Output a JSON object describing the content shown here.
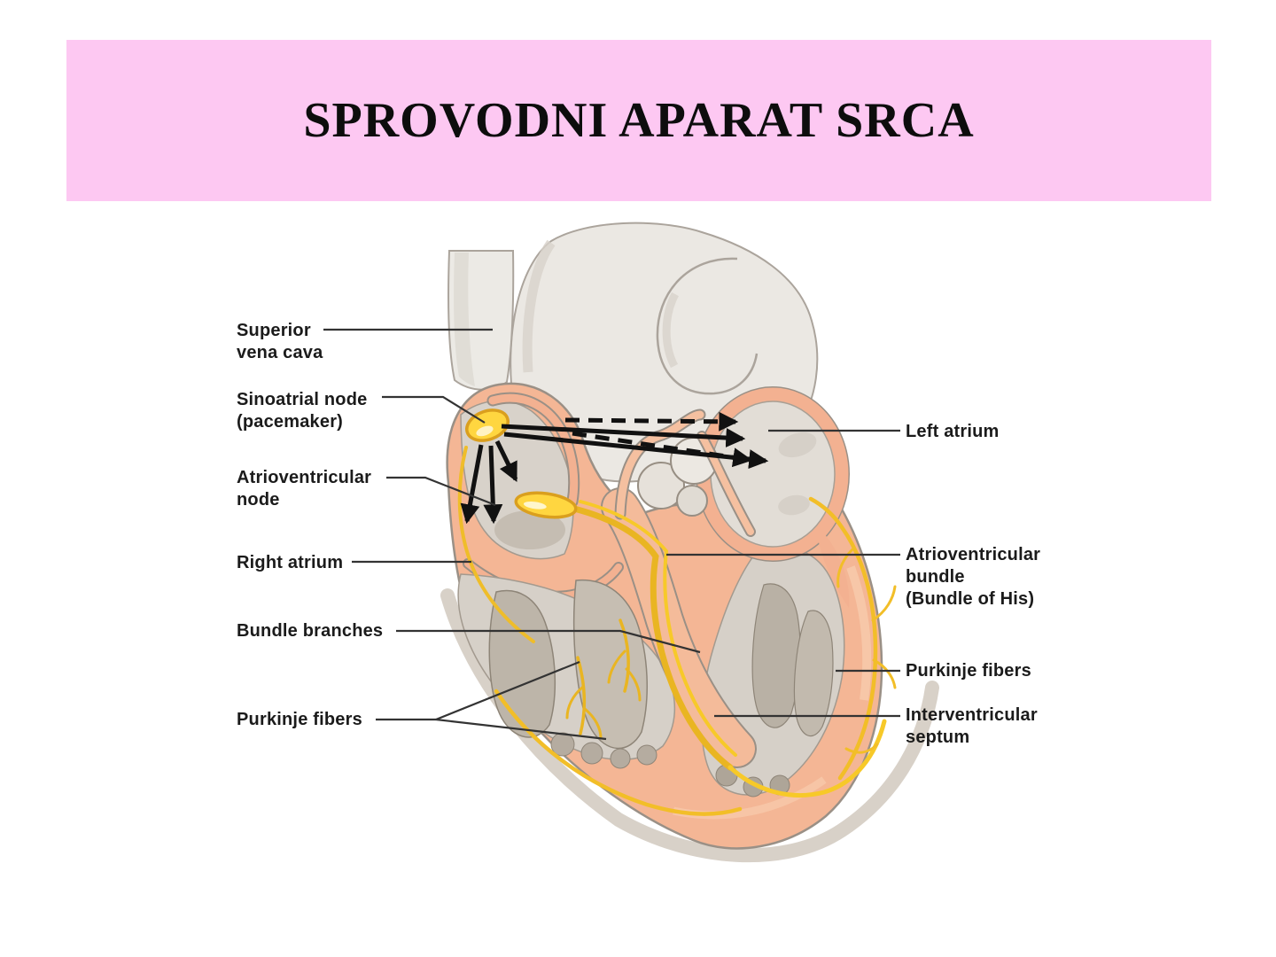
{
  "slide": {
    "title": "SPROVODNI APARAT SRCA",
    "banner_color": "#fdc8f2",
    "background_color": "#ffffff"
  },
  "figure": {
    "type": "anatomical-diagram",
    "subject": "Conduction system of the heart, frontal section",
    "labels_left": [
      {
        "id": "superior-vena-cava",
        "lines": [
          "Superior",
          "vena cava"
        ]
      },
      {
        "id": "sinoatrial-node",
        "lines": [
          "Sinoatrial node",
          "(pacemaker)"
        ]
      },
      {
        "id": "atrioventricular-node",
        "lines": [
          "Atrioventricular",
          "node"
        ]
      },
      {
        "id": "right-atrium",
        "lines": [
          "Right atrium"
        ]
      },
      {
        "id": "bundle-branches",
        "lines": [
          "Bundle branches"
        ]
      },
      {
        "id": "purkinje-fibers-left",
        "lines": [
          "Purkinje fibers"
        ]
      }
    ],
    "labels_right": [
      {
        "id": "left-atrium",
        "lines": [
          "Left atrium"
        ]
      },
      {
        "id": "atrioventricular-bundle",
        "lines": [
          "Atrioventricular",
          "bundle",
          "(Bundle of His)"
        ]
      },
      {
        "id": "purkinje-fibers-right",
        "lines": [
          "Purkinje fibers"
        ]
      },
      {
        "id": "interventricular-septum",
        "lines": [
          "Interventricular",
          "septum"
        ]
      }
    ],
    "arrows": {
      "dashed_right_arrows": 2,
      "solid_right_arrows": 2,
      "solid_down_arrows": 3
    },
    "colors": {
      "heart_wall": "#f4b695",
      "heart_wall_light": "#f7c9aa",
      "chamber_gray": "#d6d0c8",
      "muscle_shadow": "#bdb5a9",
      "vessel_gray": "#ebe8e3",
      "epicardium_gray": "#d8d1c8",
      "conduction_yellow": "#ffd640",
      "conduction_outline": "#da9f1e",
      "outline_gray": "#9a9086",
      "arrow_black": "#111111",
      "leader_line": "#333333",
      "label_text": "#1b1b1b"
    }
  }
}
